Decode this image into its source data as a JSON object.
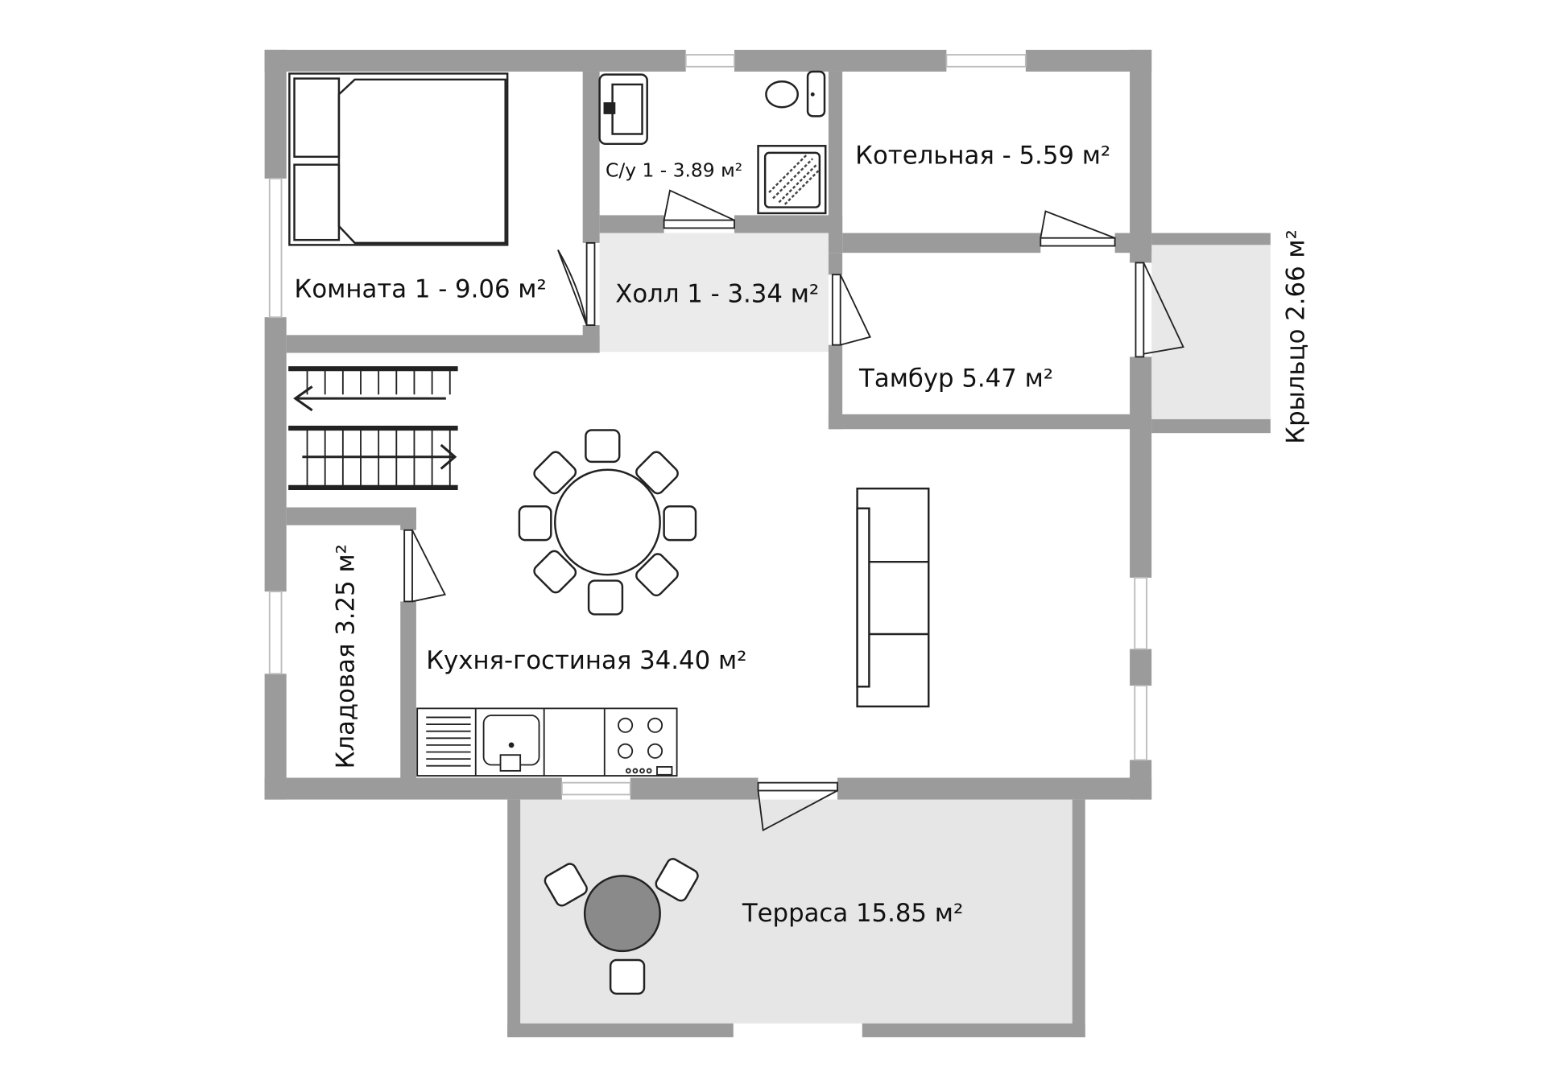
{
  "plan": {
    "rooms": {
      "komnata": "Комната 1 - 9.06 м²",
      "bathroom": "С/у 1 - 3.89 м²",
      "boiler": "Котельная - 5.59 м²",
      "hall": "Холл 1 - 3.34 м²",
      "tambur": "Тамбур 5.47 м²",
      "porch": "Крыльцо 2.66 м²",
      "storage": "Кладовая 3.25 м²",
      "kitchen_living": "Кухня-гостиная 34.40 м²",
      "terrace": "Терраса 15.85 м²"
    },
    "colors": {
      "wall": "#9b9b9b",
      "hall_fill": "#ebebeb",
      "terrace_fill": "#e6e6e6",
      "terrace_table": "#8a8a8a"
    }
  }
}
